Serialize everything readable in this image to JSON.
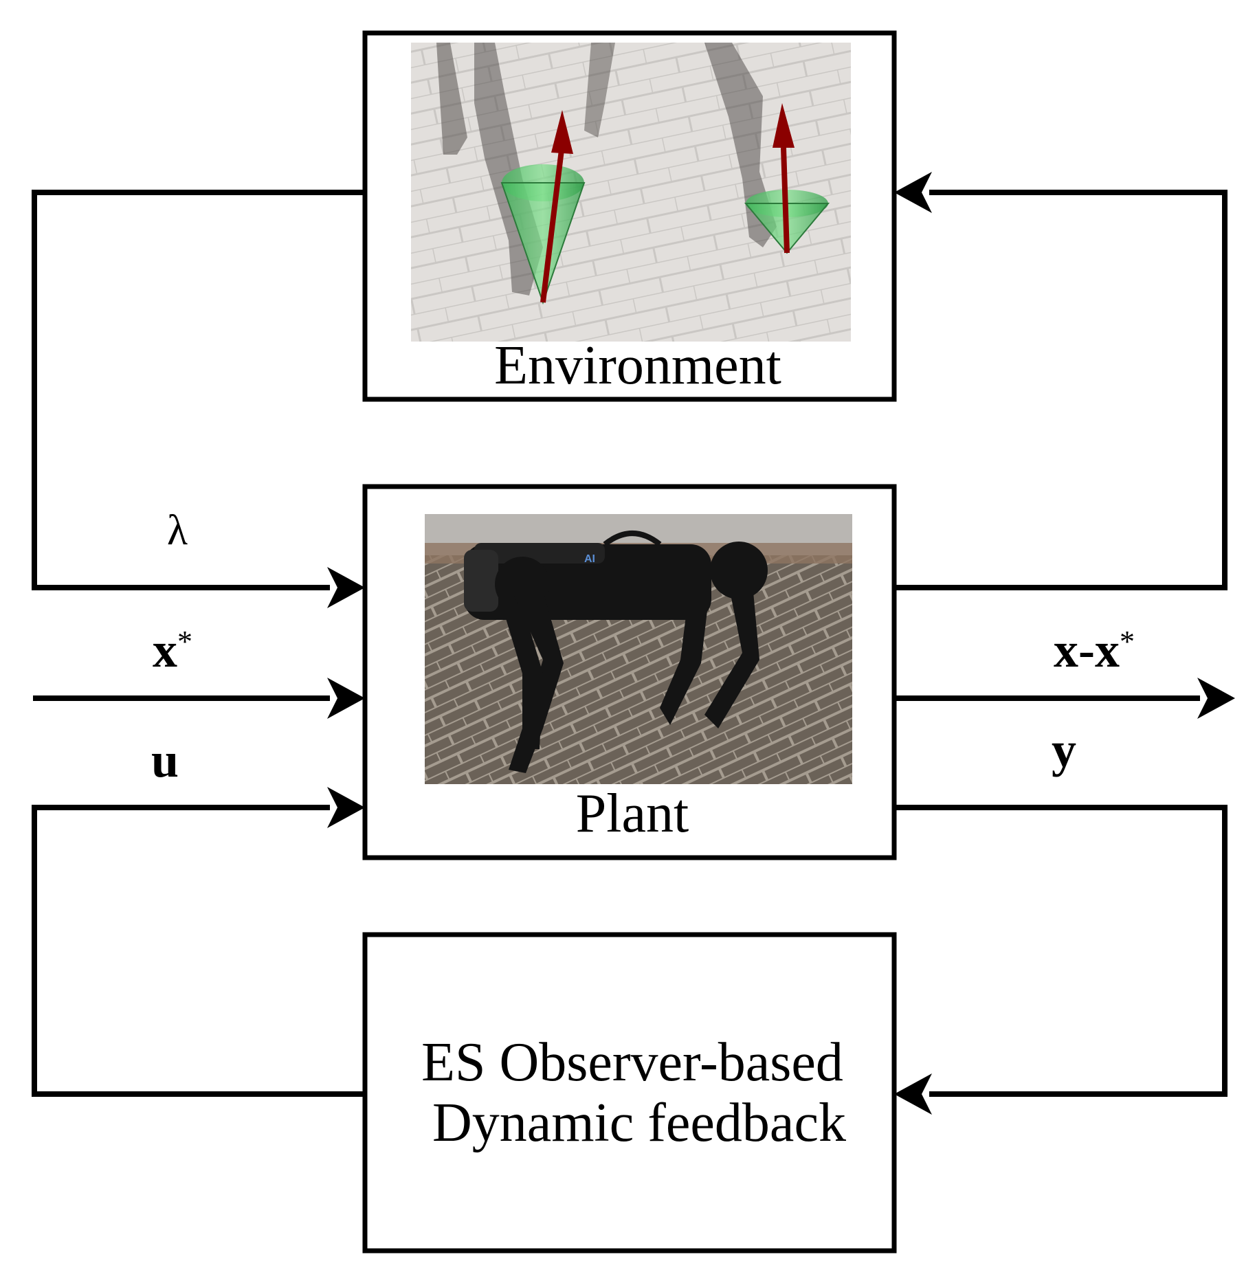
{
  "blocks": {
    "environment": {
      "label": "Environment"
    },
    "plant": {
      "label": "Plant"
    },
    "controller": {
      "line1": "ES Observer-based",
      "line2": "Dynamic feedback"
    }
  },
  "signals": {
    "lambda": "λ",
    "reference": {
      "base": "x",
      "sup": "*"
    },
    "control": "u",
    "error": {
      "base": "x-x",
      "sup": "*"
    },
    "output": "y"
  },
  "photos": {
    "environment": {
      "content": "robot feet on paving stones with green friction cones and red force arrows"
    },
    "plant": {
      "content": "black quadruped robot standing on brick pavement",
      "logo_text": "AI"
    }
  }
}
